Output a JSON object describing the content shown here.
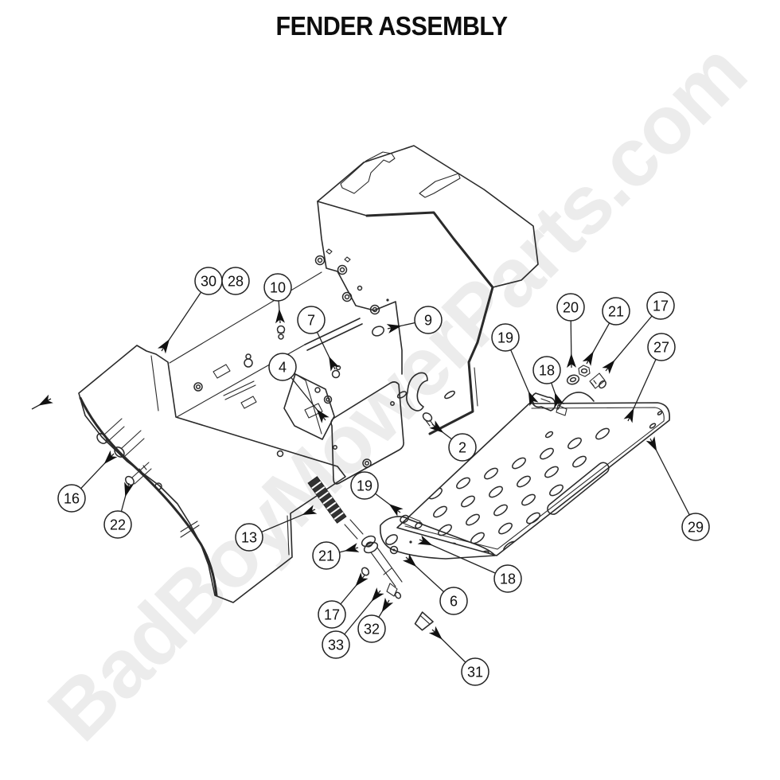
{
  "title": "FENDER ASSEMBLY",
  "watermark": "BadBoyMowerParts.com",
  "callouts": [
    {
      "label": "30"
    },
    {
      "label": "28"
    },
    {
      "label": "10"
    },
    {
      "label": "7"
    },
    {
      "label": "9"
    },
    {
      "label": "4"
    },
    {
      "label": "20"
    },
    {
      "label": "21"
    },
    {
      "label": "17"
    },
    {
      "label": "27"
    },
    {
      "label": "19"
    },
    {
      "label": "18"
    },
    {
      "label": "2"
    },
    {
      "label": "16"
    },
    {
      "label": "22"
    },
    {
      "label": "13"
    },
    {
      "label": "19"
    },
    {
      "label": "21"
    },
    {
      "label": "18"
    },
    {
      "label": "6"
    },
    {
      "label": "17"
    },
    {
      "label": "32"
    },
    {
      "label": "33"
    },
    {
      "label": "31"
    },
    {
      "label": "29"
    }
  ]
}
